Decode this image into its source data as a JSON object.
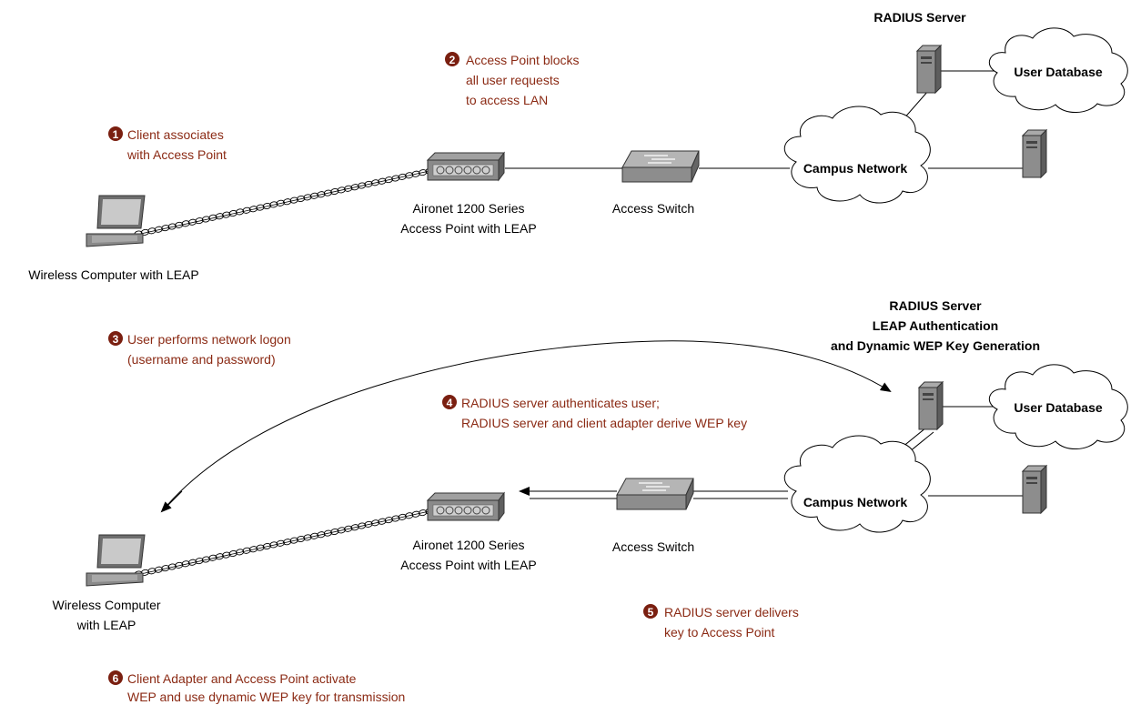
{
  "colors": {
    "step_text": "#8b2a14",
    "step_badge": "#7a1f10",
    "line": "#000000",
    "device_dark": "#7a7a7a",
    "device_light": "#bdbdbd",
    "cloud_fill": "#ffffff"
  },
  "top": {
    "radius_title": "RADIUS Server",
    "user_db": "User Database",
    "campus": "Campus Network",
    "switch_label": "Access Switch",
    "ap_label_1": "Aironet 1200 Series",
    "ap_label_2": "Access Point with LEAP",
    "client_label": "Wireless Computer with LEAP"
  },
  "bottom": {
    "radius_title_1": "RADIUS Server",
    "radius_title_2": "LEAP Authentication",
    "radius_title_3": "and Dynamic WEP Key Generation",
    "user_db": "User Database",
    "campus": "Campus Network",
    "switch_label": "Access Switch",
    "ap_label_1": "Aironet 1200 Series",
    "ap_label_2": "Access Point with LEAP",
    "client_label_1": "Wireless Computer",
    "client_label_2": "with LEAP"
  },
  "steps": [
    {
      "num": "1",
      "lines": [
        "Client associates",
        "with Access Point"
      ]
    },
    {
      "num": "2",
      "lines": [
        "Access Point blocks",
        "all user requests",
        "to access LAN"
      ]
    },
    {
      "num": "3",
      "lines": [
        "User performs network logon",
        "(username and password)"
      ]
    },
    {
      "num": "4",
      "lines": [
        "RADIUS server authenticates user;",
        "RADIUS server and client adapter derive WEP key"
      ]
    },
    {
      "num": "5",
      "lines": [
        "RADIUS server delivers",
        "key to Access Point"
      ]
    },
    {
      "num": "6",
      "lines": [
        "Client Adapter and Access Point activate",
        "WEP and use dynamic WEP key for transmission"
      ]
    }
  ]
}
